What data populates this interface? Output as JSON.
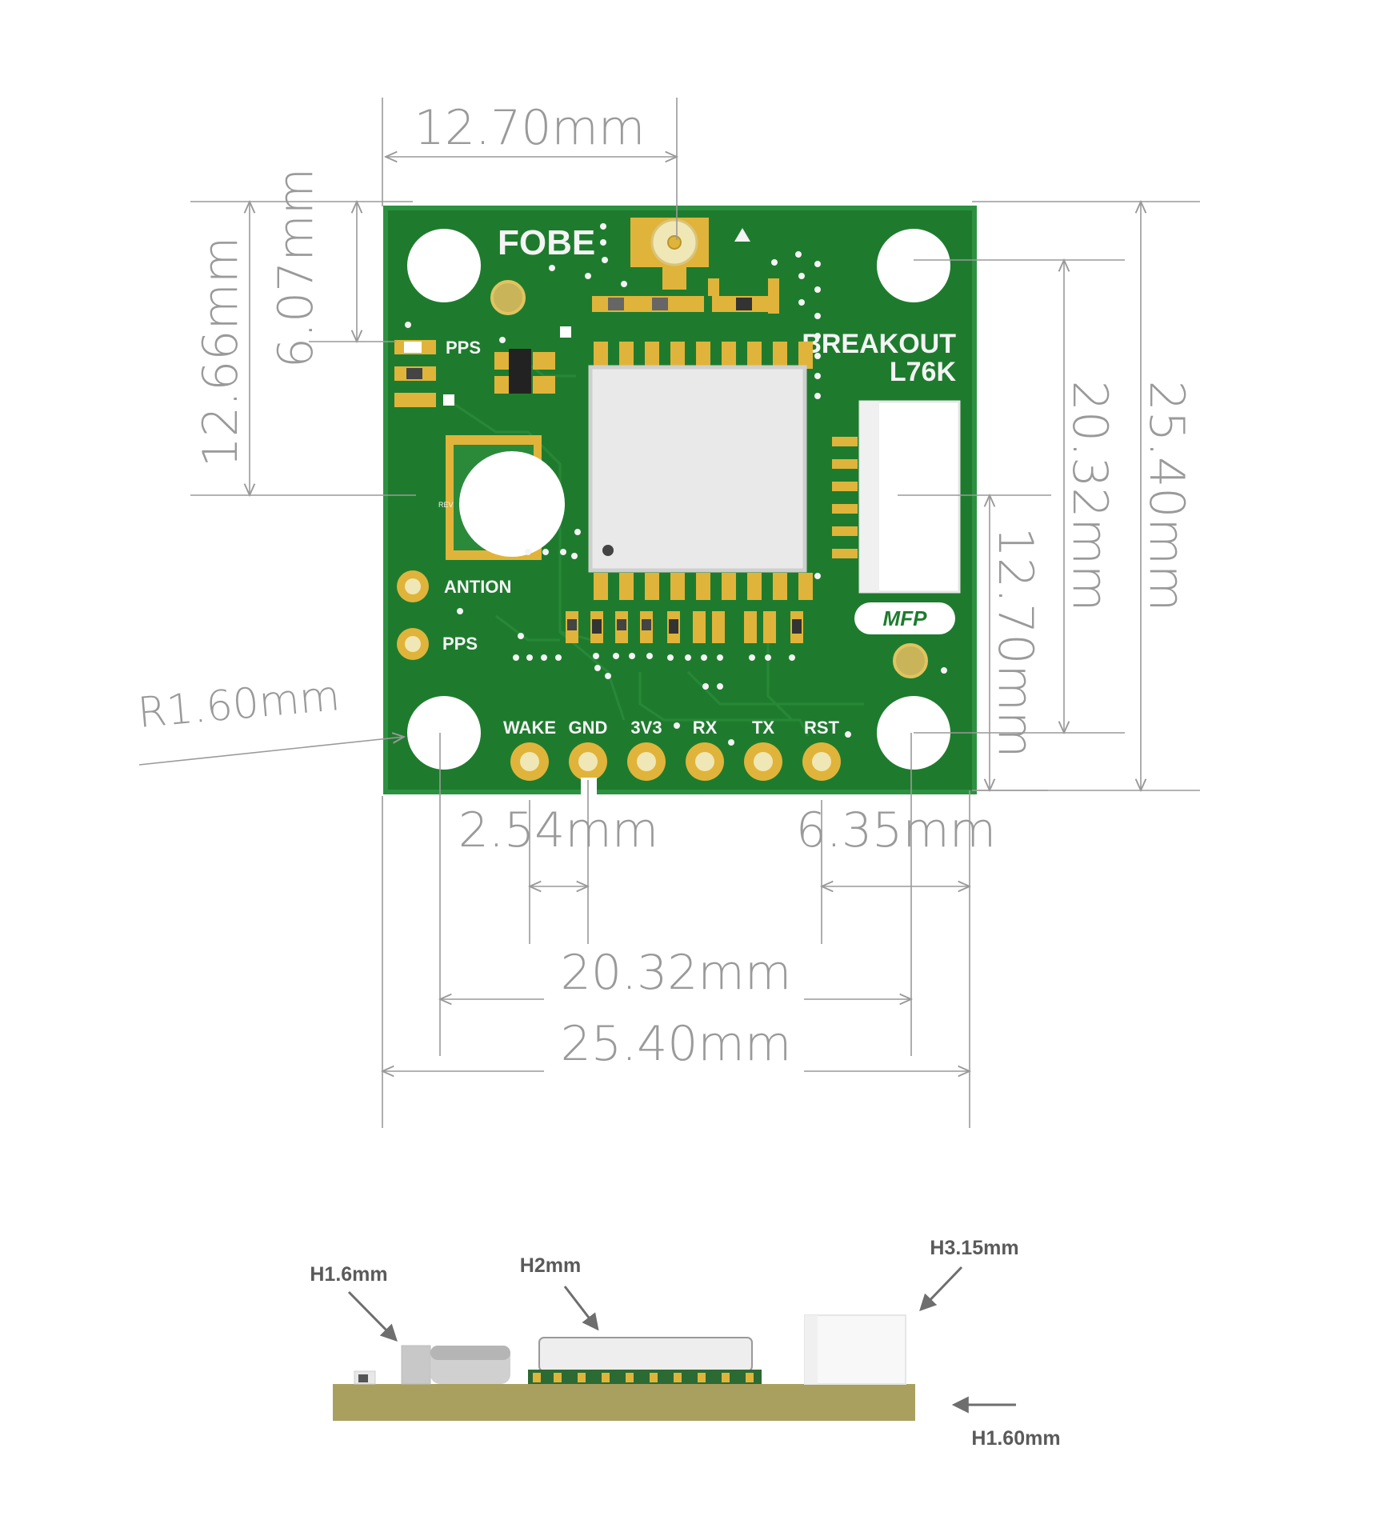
{
  "colors": {
    "pcb": "#1e7b2e",
    "pcb_edge": "#2c9140",
    "gold": "#e0b43a",
    "silk": "#f4f4f4",
    "dim_line": "#9a9a9a",
    "side_board": "#a9a060"
  },
  "brand": {
    "logo": "FOBE",
    "product_line1": "BREAKOUT",
    "product_line2": "L76K",
    "badge": "MFP"
  },
  "silkscreen": {
    "pps_top": "PPS",
    "antion": "ANTION",
    "pps_bottom": "PPS",
    "rev": "REV",
    "pins": [
      "WAKE",
      "GND",
      "3V3",
      "RX",
      "TX",
      "RST"
    ]
  },
  "dimensions": {
    "top_width": "12.70mm",
    "left_outer": "12.66mm",
    "left_inner": "6.07mm",
    "right_outer": "25.40mm",
    "right_mid": "20.32mm",
    "right_inner": "12.70mm",
    "radius": "R1.60mm",
    "pitch": "2.54mm",
    "right_offset": "6.35mm",
    "hole_span": "20.32mm",
    "board_width": "25.40mm"
  },
  "side_view": {
    "battery_height": "H1.6mm",
    "module_height": "H2mm",
    "connector_height": "H3.15mm",
    "board_thickness": "H1.60mm"
  }
}
